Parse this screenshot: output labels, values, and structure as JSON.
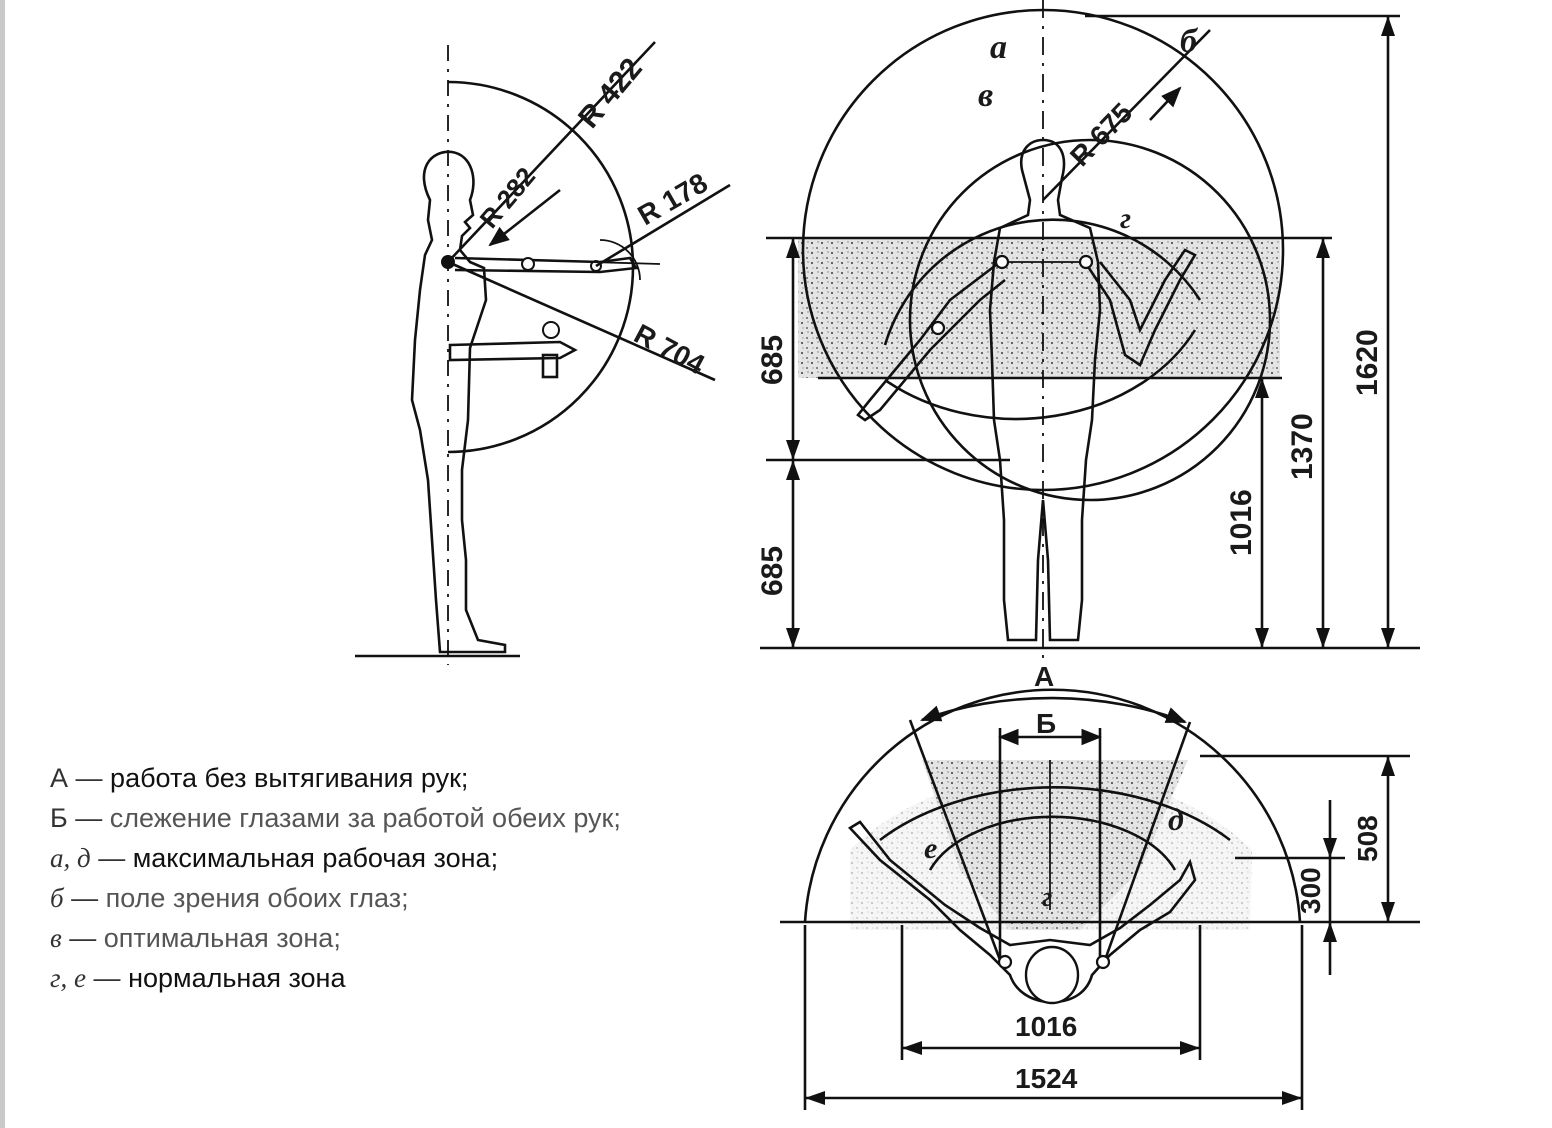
{
  "side_view": {
    "radius_labels": [
      "R 422",
      "R 282",
      "R 178",
      "R 704"
    ]
  },
  "front_view": {
    "zone_labels": {
      "a": "а",
      "b": "б",
      "v": "в",
      "g": "г"
    },
    "radius_label": "R 675",
    "dimensions": {
      "upper_zone": "685",
      "lower_zone": "685",
      "elbow": "1016",
      "shoulder": "1370",
      "total": "1620"
    }
  },
  "top_view": {
    "labels": {
      "A": "А",
      "B": "Б",
      "d": "д",
      "e": "е",
      "g": "г"
    },
    "dimensions": {
      "depth_max": "508",
      "depth_normal": "300",
      "width_inner": "1016",
      "width_outer": "1524"
    }
  },
  "legend": {
    "items": [
      {
        "key": "А",
        "text": "работа без вытягивания рук;"
      },
      {
        "key": "Б",
        "text": "слежение глазами за работой обеих рук;"
      },
      {
        "key": "а, д",
        "text": "максимальная рабочая зона;"
      },
      {
        "key": "б",
        "text": "поле зрения обоих глаз;"
      },
      {
        "key": "в",
        "text": "оптимальная зона;"
      },
      {
        "key": "г, е",
        "text": "нормальная зона"
      }
    ]
  }
}
